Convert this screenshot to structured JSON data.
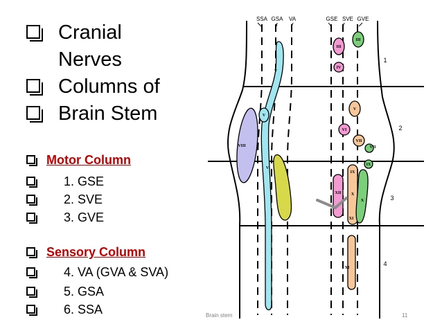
{
  "title": {
    "lines": [
      "Cranial",
      "Nerves",
      "Columns of",
      "Brain Stem"
    ]
  },
  "motor": {
    "heading": "Motor Column",
    "items": [
      "1. GSE",
      "2. SVE",
      "3. GVE"
    ]
  },
  "sensory": {
    "heading": "Sensory Column",
    "items": [
      "4. VA (GVA & SVA)",
      "5. GSA",
      "6. SSA"
    ]
  },
  "diagram": {
    "top_labels_left": [
      "SSA",
      "GSA",
      "VA"
    ],
    "top_labels_right": [
      "GSE",
      "SVE",
      "GVE"
    ],
    "segment_numbers": [
      "1",
      "2",
      "3",
      "4"
    ],
    "nuclei_labels": [
      "III",
      "IV",
      "V",
      "VI",
      "VII",
      "VIII",
      "IX",
      "X",
      "XI",
      "XII"
    ],
    "colors": {
      "cyan": "#9fe6f0",
      "lavender": "#c3c0ef",
      "olive": "#d7d94a",
      "pink": "#f39ad3",
      "orange": "#f7c79a",
      "green": "#7ccf7a",
      "gray": "#8c8c8c"
    }
  },
  "footer": {
    "center": "Brain stem",
    "page": "11"
  }
}
